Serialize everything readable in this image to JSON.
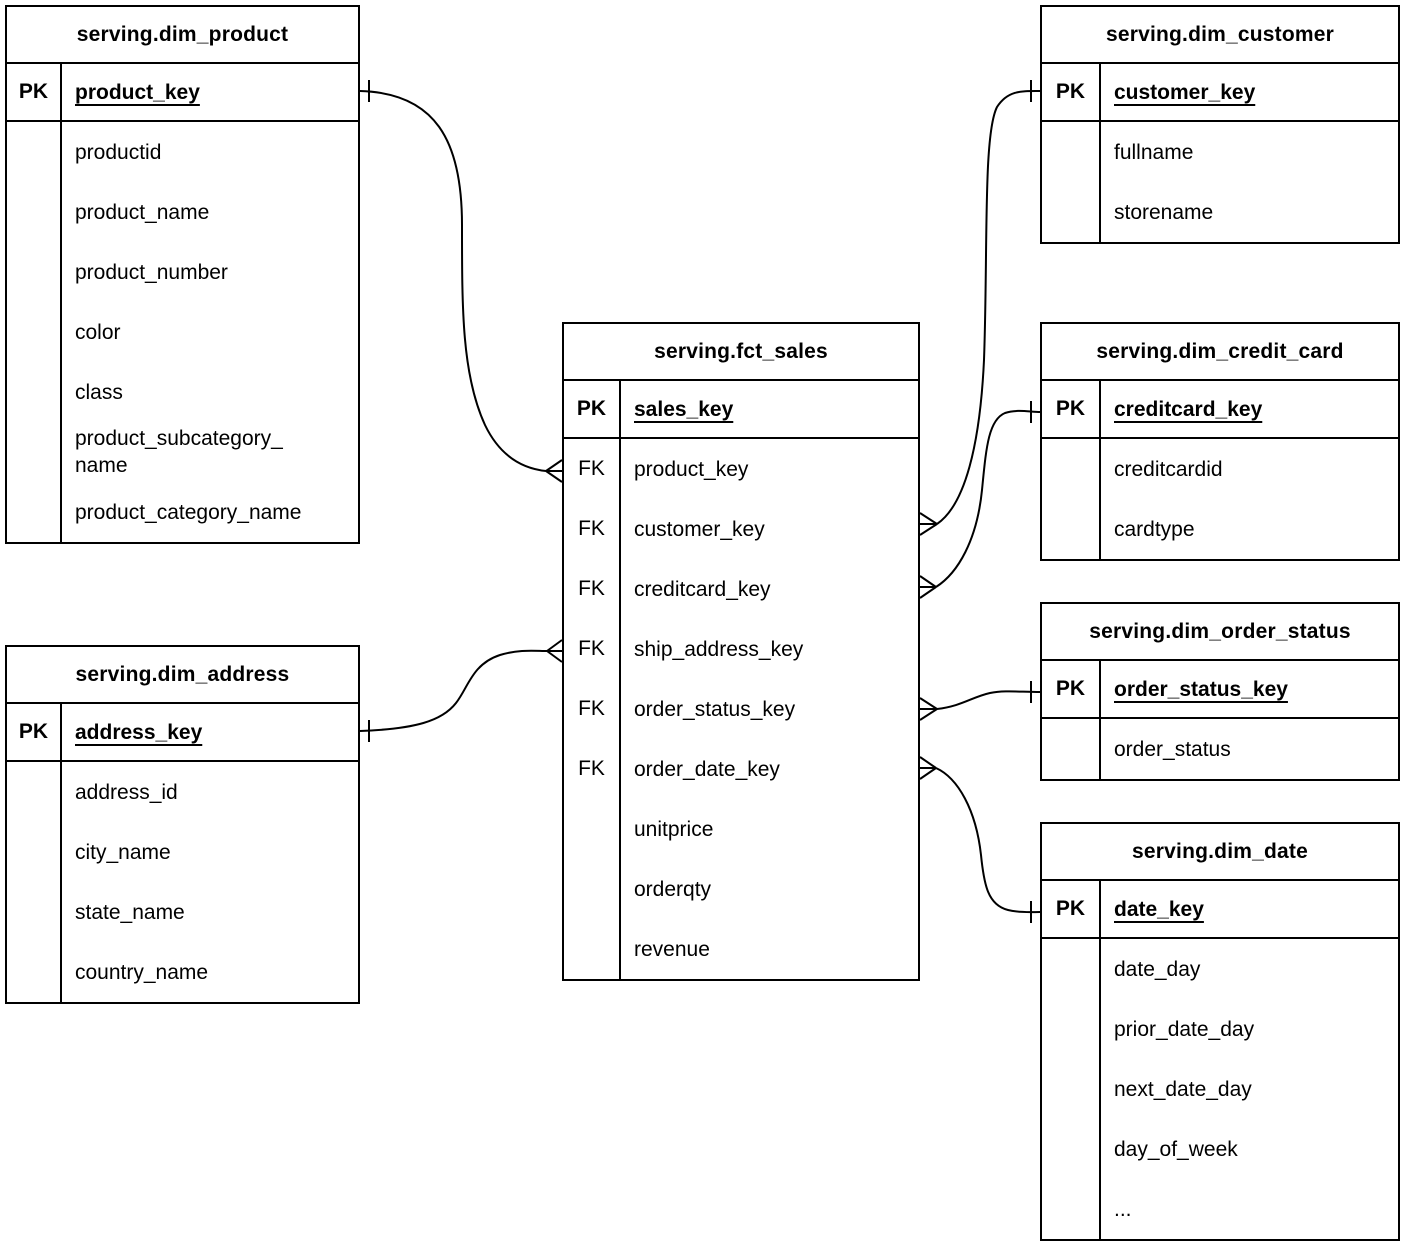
{
  "labels": {
    "pk": "PK",
    "fk": "FK"
  },
  "tables": {
    "dim_product": {
      "title": "serving.dim_product",
      "pk": "product_key",
      "columns": [
        "productid",
        "product_name",
        "product_number",
        "color",
        "class",
        "product_subcategory_\nname",
        "product_category_name"
      ]
    },
    "dim_customer": {
      "title": "serving.dim_customer",
      "pk": "customer_key",
      "columns": [
        "fullname",
        "storename"
      ]
    },
    "fct_sales": {
      "title": "serving.fct_sales",
      "pk": "sales_key",
      "fks": [
        "product_key",
        "customer_key",
        "creditcard_key",
        "ship_address_key",
        "order_status_key",
        "order_date_key"
      ],
      "measures": [
        "unitprice",
        "orderqty",
        "revenue"
      ]
    },
    "dim_credit_card": {
      "title": "serving.dim_credit_card",
      "pk": "creditcard_key",
      "columns": [
        "creditcardid",
        "cardtype"
      ]
    },
    "dim_order_status": {
      "title": "serving.dim_order_status",
      "pk": "order_status_key",
      "columns": [
        "order_status"
      ]
    },
    "dim_address": {
      "title": "serving.dim_address",
      "pk": "address_key",
      "columns": [
        "address_id",
        "city_name",
        "state_name",
        "country_name"
      ]
    },
    "dim_date": {
      "title": "serving.dim_date",
      "pk": "date_key",
      "columns": [
        "date_day",
        "prior_date_day",
        "next_date_day",
        "day_of_week",
        "..."
      ]
    }
  },
  "relationships": [
    {
      "from": "fct_sales.product_key",
      "to": "dim_product.product_key",
      "cardinality": "many-to-one"
    },
    {
      "from": "fct_sales.customer_key",
      "to": "dim_customer.customer_key",
      "cardinality": "many-to-one"
    },
    {
      "from": "fct_sales.creditcard_key",
      "to": "dim_credit_card.creditcard_key",
      "cardinality": "many-to-one"
    },
    {
      "from": "fct_sales.ship_address_key",
      "to": "dim_address.address_key",
      "cardinality": "many-to-one"
    },
    {
      "from": "fct_sales.order_status_key",
      "to": "dim_order_status.order_status_key",
      "cardinality": "many-to-one"
    },
    {
      "from": "fct_sales.order_date_key",
      "to": "dim_date.date_key",
      "cardinality": "many-to-one"
    }
  ],
  "colors": {
    "line": "#000000",
    "background": "#ffffff",
    "text": "#000000"
  }
}
